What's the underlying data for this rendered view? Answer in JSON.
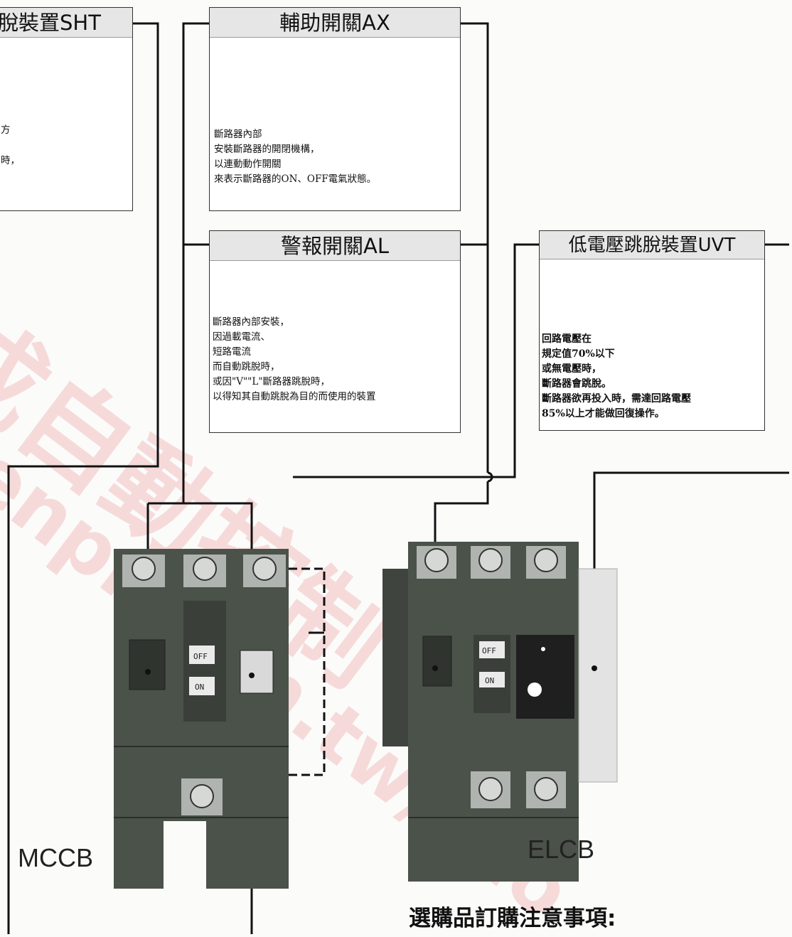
{
  "watermark": {
    "text": "成自動控制",
    "url_text": "enpr.com.tw/sho"
  },
  "shunt_trip": {
    "title": "脫裝置SHT",
    "text_lines": [
      "方",
      "時，"
    ]
  },
  "aux_switch": {
    "title": "輔助開關AX",
    "text": "斷路器內部\n安裝斷路器的開閉機構，\n以連動動作開關\n來表示斷路器的ON、OFF電氣狀態。"
  },
  "alarm_switch": {
    "title": "警報開關AL",
    "text": "斷路器內部安裝，\n因過載電流、\n短路電流\n而自動跳脫時，\n或因\"V\"\"L\"斷路器跳脫時，\n以得知其自動跳脫為目的而使用的裝置"
  },
  "uvt": {
    "title": "低電壓跳脫裝置UVT",
    "text": "回路電壓在\n規定值70%以下\n或無電壓時，\n斷路器會跳脫。\n斷路器欲再投入時，需達回路電壓\n85%以上才能做回復操作。"
  },
  "mccb": {
    "label": "MCCB",
    "off_label": "OFF",
    "on_label": "ON"
  },
  "elcb": {
    "label": "ELCB",
    "off_label": "OFF",
    "on_label": "ON"
  },
  "notice": {
    "title": "選購品訂購注意事項:"
  },
  "colors": {
    "line": "#111111",
    "breaker": "#4a5249",
    "header_bg": "#e6e6e6",
    "watermark": "#e04646"
  }
}
